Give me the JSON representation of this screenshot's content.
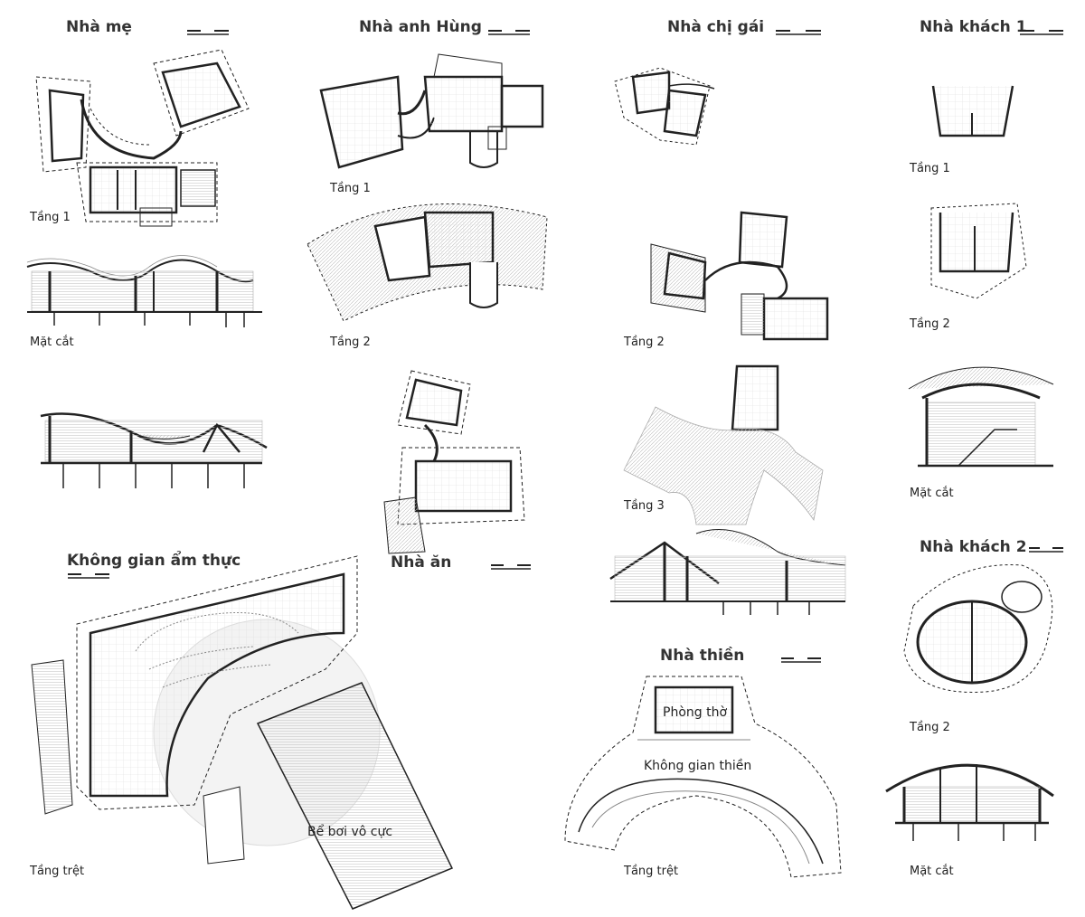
{
  "sections": {
    "nha_me": {
      "title": "Nhà mẹ",
      "floor1": "Tầng 1",
      "section": "Mặt cắt"
    },
    "nha_anh_hung": {
      "title": "Nhà anh Hùng",
      "floor1": "Tầng 1",
      "floor2": "Tầng 2"
    },
    "nha_chi_gai": {
      "title": "Nhà chị gái",
      "floor2": "Tầng 2",
      "floor3": "Tầng 3"
    },
    "nha_khach_1": {
      "title": "Nhà khách 1",
      "floor1": "Tầng 1",
      "floor2": "Tầng 2",
      "section": "Mặt cắt"
    },
    "nha_khach_2": {
      "title": "Nhà khách 2",
      "floor2": "Tầng 2",
      "section": "Mặt cắt"
    },
    "nha_an": {
      "title": "Nhà ăn"
    },
    "khong_gian_am_thuc": {
      "title": "Không gian ẩm thực",
      "ground": "Tầng trệt",
      "pool": "Bể bơi vô cực"
    },
    "nha_thien": {
      "title": "Nhà thiền",
      "ground": "Tầng trệt",
      "room": "Phòng thờ",
      "space": "Không gian thiền"
    }
  }
}
